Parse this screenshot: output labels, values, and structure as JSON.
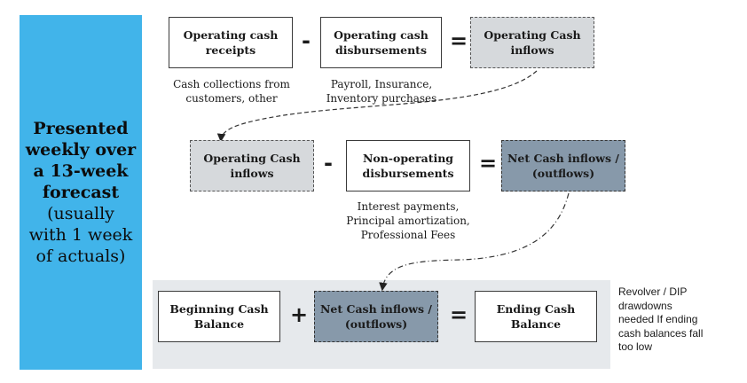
{
  "side_panel": {
    "bold_lines": [
      "Presented",
      "weekly over",
      "a 13-week",
      "forecast"
    ],
    "normal_lines": [
      "(usually",
      "with 1 week",
      "of actuals)"
    ]
  },
  "row1": {
    "box1": "Operating cash\nreceipts",
    "op1": "-",
    "box2": "Operating cash\ndisbursements",
    "op2": "=",
    "box3": "Operating Cash\ninflows",
    "note1": "Cash collections from\ncustomers, other",
    "note2": "Payroll, Insurance,\nInventory purchases"
  },
  "row2": {
    "box1": "Operating Cash\ninflows",
    "op1": "-",
    "box2": "Non-operating\ndisbursements",
    "op2": "=",
    "box3": "Net Cash inflows /\n(outflows)",
    "note2": "Interest payments,\nPrincipal amortization,\nProfessional Fees"
  },
  "row3": {
    "box1": "Beginning Cash\nBalance",
    "op1": "+",
    "box2": "Net Cash inflows /\n(outflows)",
    "op2": "=",
    "box3": "Ending Cash\nBalance"
  },
  "side_note": "Revolver / DIP\ndrawdowns\nneeded If ending\ncash balances fall\ntoo low",
  "colors": {
    "panel": "#41b4ea",
    "light_box": "#d6d9dc",
    "dark_box": "#8799aa",
    "band": "#e6e9ec"
  }
}
